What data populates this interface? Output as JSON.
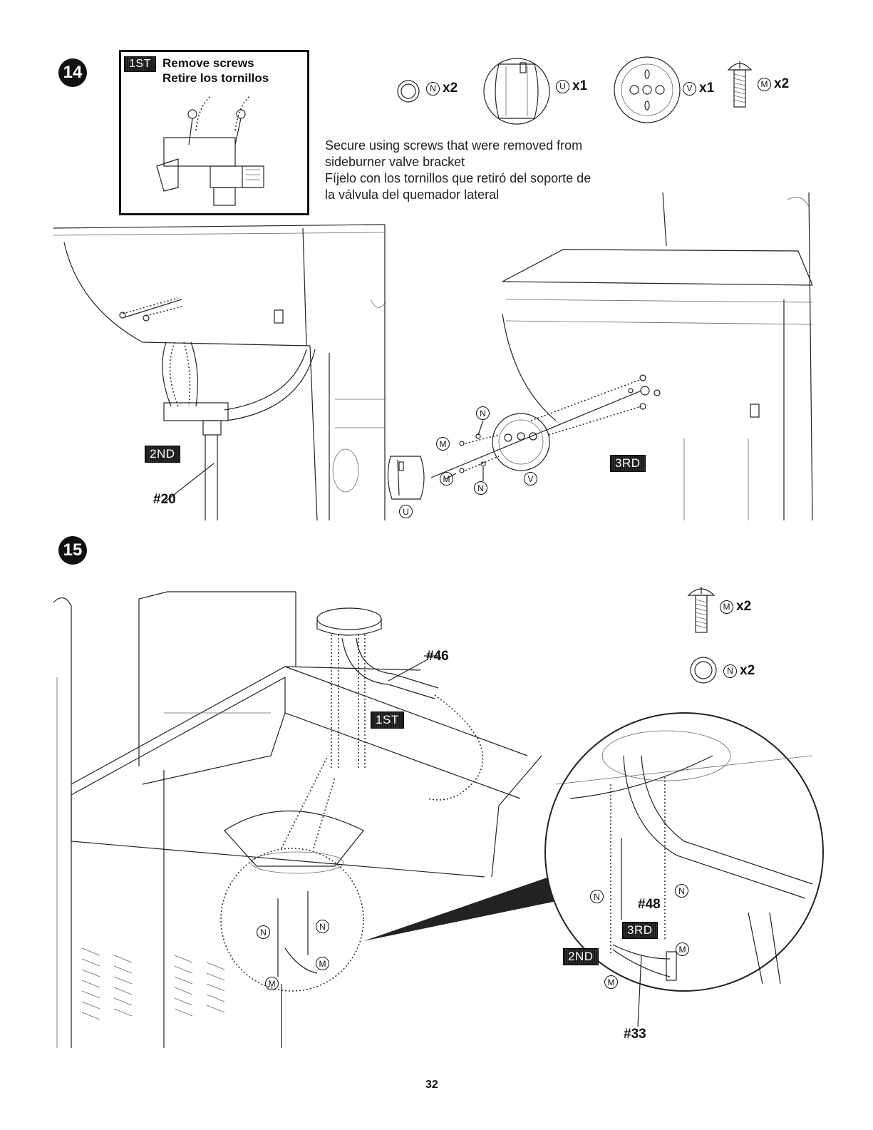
{
  "page_number": "32",
  "steps": [
    {
      "number": "14"
    },
    {
      "number": "15"
    }
  ],
  "step14": {
    "callout": {
      "tag": "1ST",
      "title_en": "Remove screws",
      "title_es": "Retire los tornillos"
    },
    "parts": [
      {
        "letter": "N",
        "qty": "x2"
      },
      {
        "letter": "U",
        "qty": "x1"
      },
      {
        "letter": "V",
        "qty": "x1"
      },
      {
        "letter": "M",
        "qty": "x2"
      }
    ],
    "note_en_1": "Secure using screws that were removed from",
    "note_en_2": "sideburner valve bracket",
    "note_es_1": "Fíjelo con los tornillos que retiró del soporte de",
    "note_es_2": "la válvula del quemador lateral",
    "tag_2nd": "2ND",
    "tag_3rd": "3RD",
    "label_20": "#20",
    "labels": {
      "n1": "N",
      "n2": "N",
      "m1": "M",
      "m2": "M",
      "m3": "M",
      "v": "V",
      "u": "U"
    }
  },
  "step15": {
    "parts": [
      {
        "letter": "M",
        "qty": "x2"
      },
      {
        "letter": "N",
        "qty": "x2"
      }
    ],
    "tag_1st": "1ST",
    "tag_2nd": "2ND",
    "tag_3rd": "3RD",
    "label_46": "#46",
    "label_48": "#48",
    "label_33": "#33",
    "labels": {
      "n1": "N",
      "n2": "N",
      "m1": "M",
      "m2": "M",
      "zn1": "N",
      "zn2": "N",
      "zm1": "M",
      "zm2": "M"
    }
  }
}
